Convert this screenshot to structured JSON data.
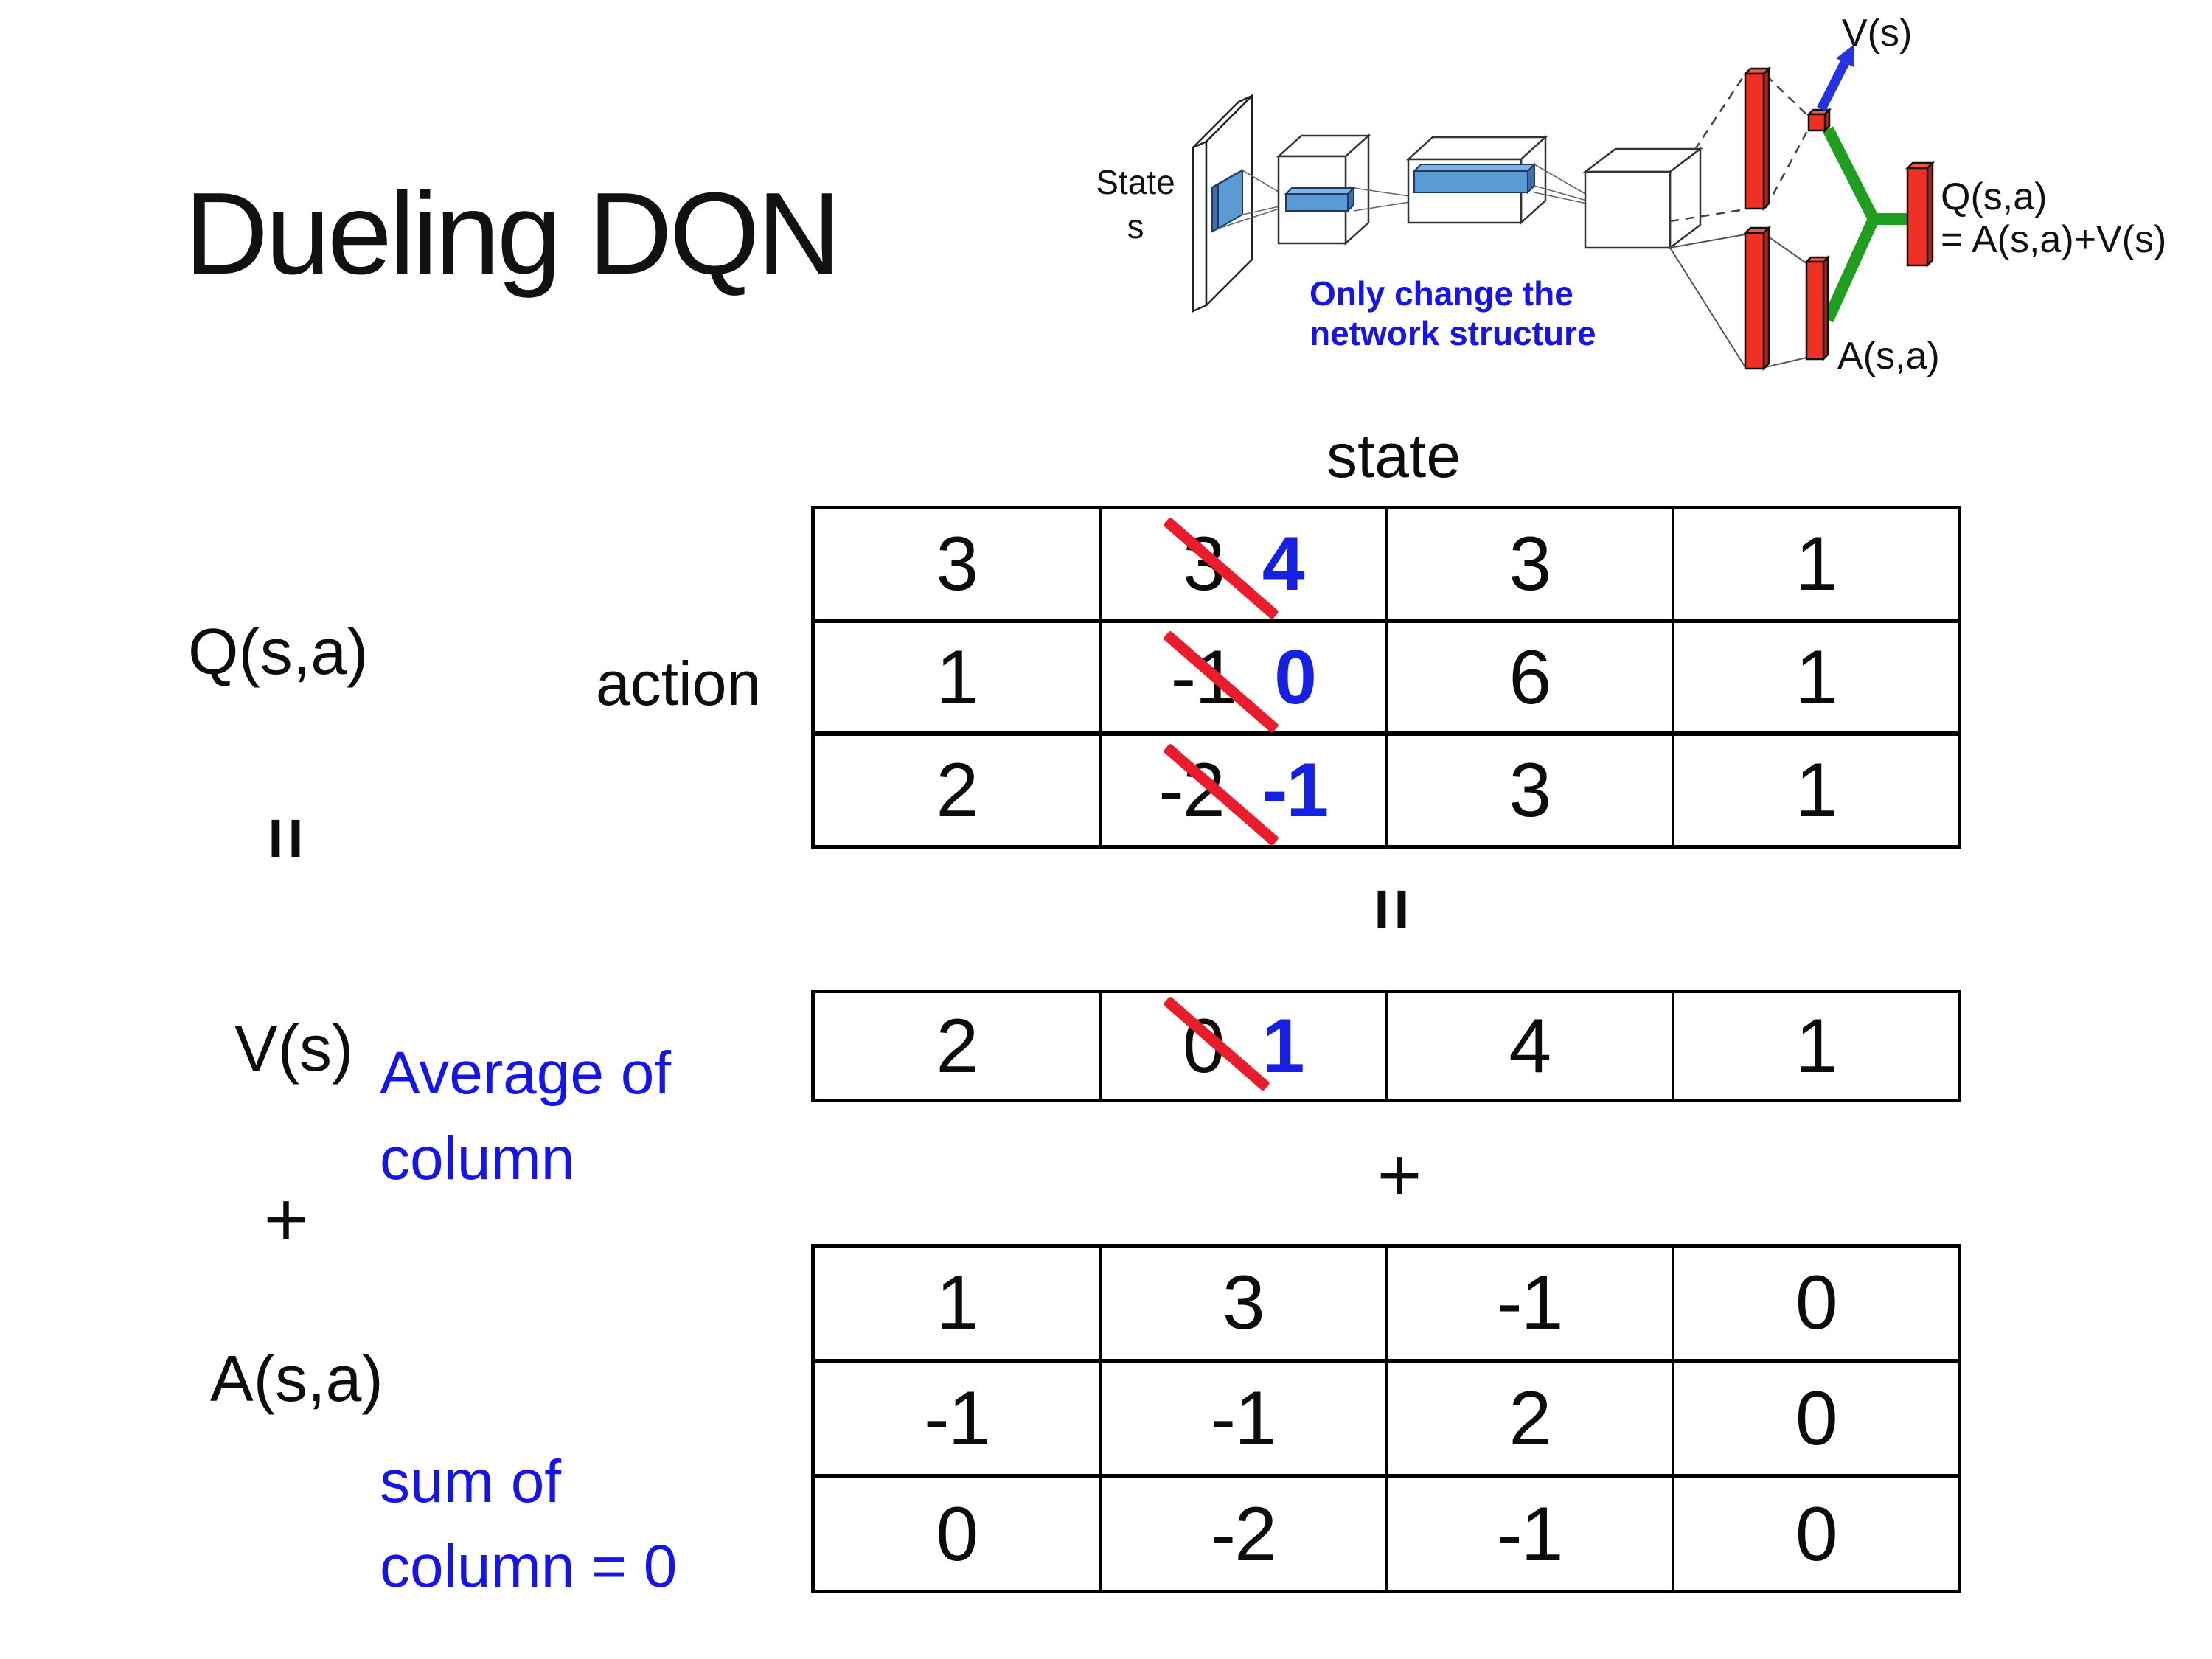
{
  "title": "Dueling DQN",
  "diagram": {
    "state_line1": "State",
    "state_line2": "s",
    "note_line1": "Only change the",
    "note_line2": "network structure",
    "v_out_label": "V(s)",
    "q_out_label": "Q(s,a)",
    "q_out_formula": "= A(s,a)+V(s)",
    "a_out_label": "A(s,a)"
  },
  "matrix": {
    "state_header": "state",
    "action_label": "action",
    "q_label": "Q(s,a)",
    "v_label": "V(s)",
    "a_label": "A(s,a)",
    "equals_symbol": "=",
    "plus_symbol": "+",
    "avg_note": [
      "Average of",
      "column"
    ],
    "sum_note": [
      "sum of",
      "column = 0"
    ],
    "q_table": {
      "rows": [
        {
          "cells": [
            {
              "v": "3"
            },
            {
              "old": "3",
              "new": "4"
            },
            {
              "v": "3"
            },
            {
              "v": "1"
            }
          ]
        },
        {
          "cells": [
            {
              "v": "1"
            },
            {
              "old": "-1",
              "new": "0"
            },
            {
              "v": "6"
            },
            {
              "v": "1"
            }
          ]
        },
        {
          "cells": [
            {
              "v": "2"
            },
            {
              "old": "-2",
              "new": "-1"
            },
            {
              "v": "3"
            },
            {
              "v": "1"
            }
          ]
        }
      ]
    },
    "v_table": {
      "cells": [
        {
          "v": "2"
        },
        {
          "old": "0",
          "new": "1"
        },
        {
          "v": "4"
        },
        {
          "v": "1"
        }
      ]
    },
    "a_table": {
      "rows": [
        {
          "cells": [
            {
              "v": "1"
            },
            {
              "v": "3"
            },
            {
              "v": "-1"
            },
            {
              "v": "0"
            }
          ]
        },
        {
          "cells": [
            {
              "v": "-1"
            },
            {
              "v": "-1"
            },
            {
              "v": "2"
            },
            {
              "v": "0"
            }
          ]
        },
        {
          "cells": [
            {
              "v": "0"
            },
            {
              "v": "-2"
            },
            {
              "v": "-1"
            },
            {
              "v": "0"
            }
          ]
        }
      ]
    }
  },
  "colors": {
    "strike_red": "#ea1c2c",
    "replacement_blue": "#1520e0",
    "note_blue": "#1414eb",
    "diagram_red_bar": "#ee3122",
    "diagram_green": "#1f9e1f",
    "diagram_arrow_blue": "#2433dd",
    "conv_blue": "#5b9bd5",
    "table_border": "#000000"
  }
}
